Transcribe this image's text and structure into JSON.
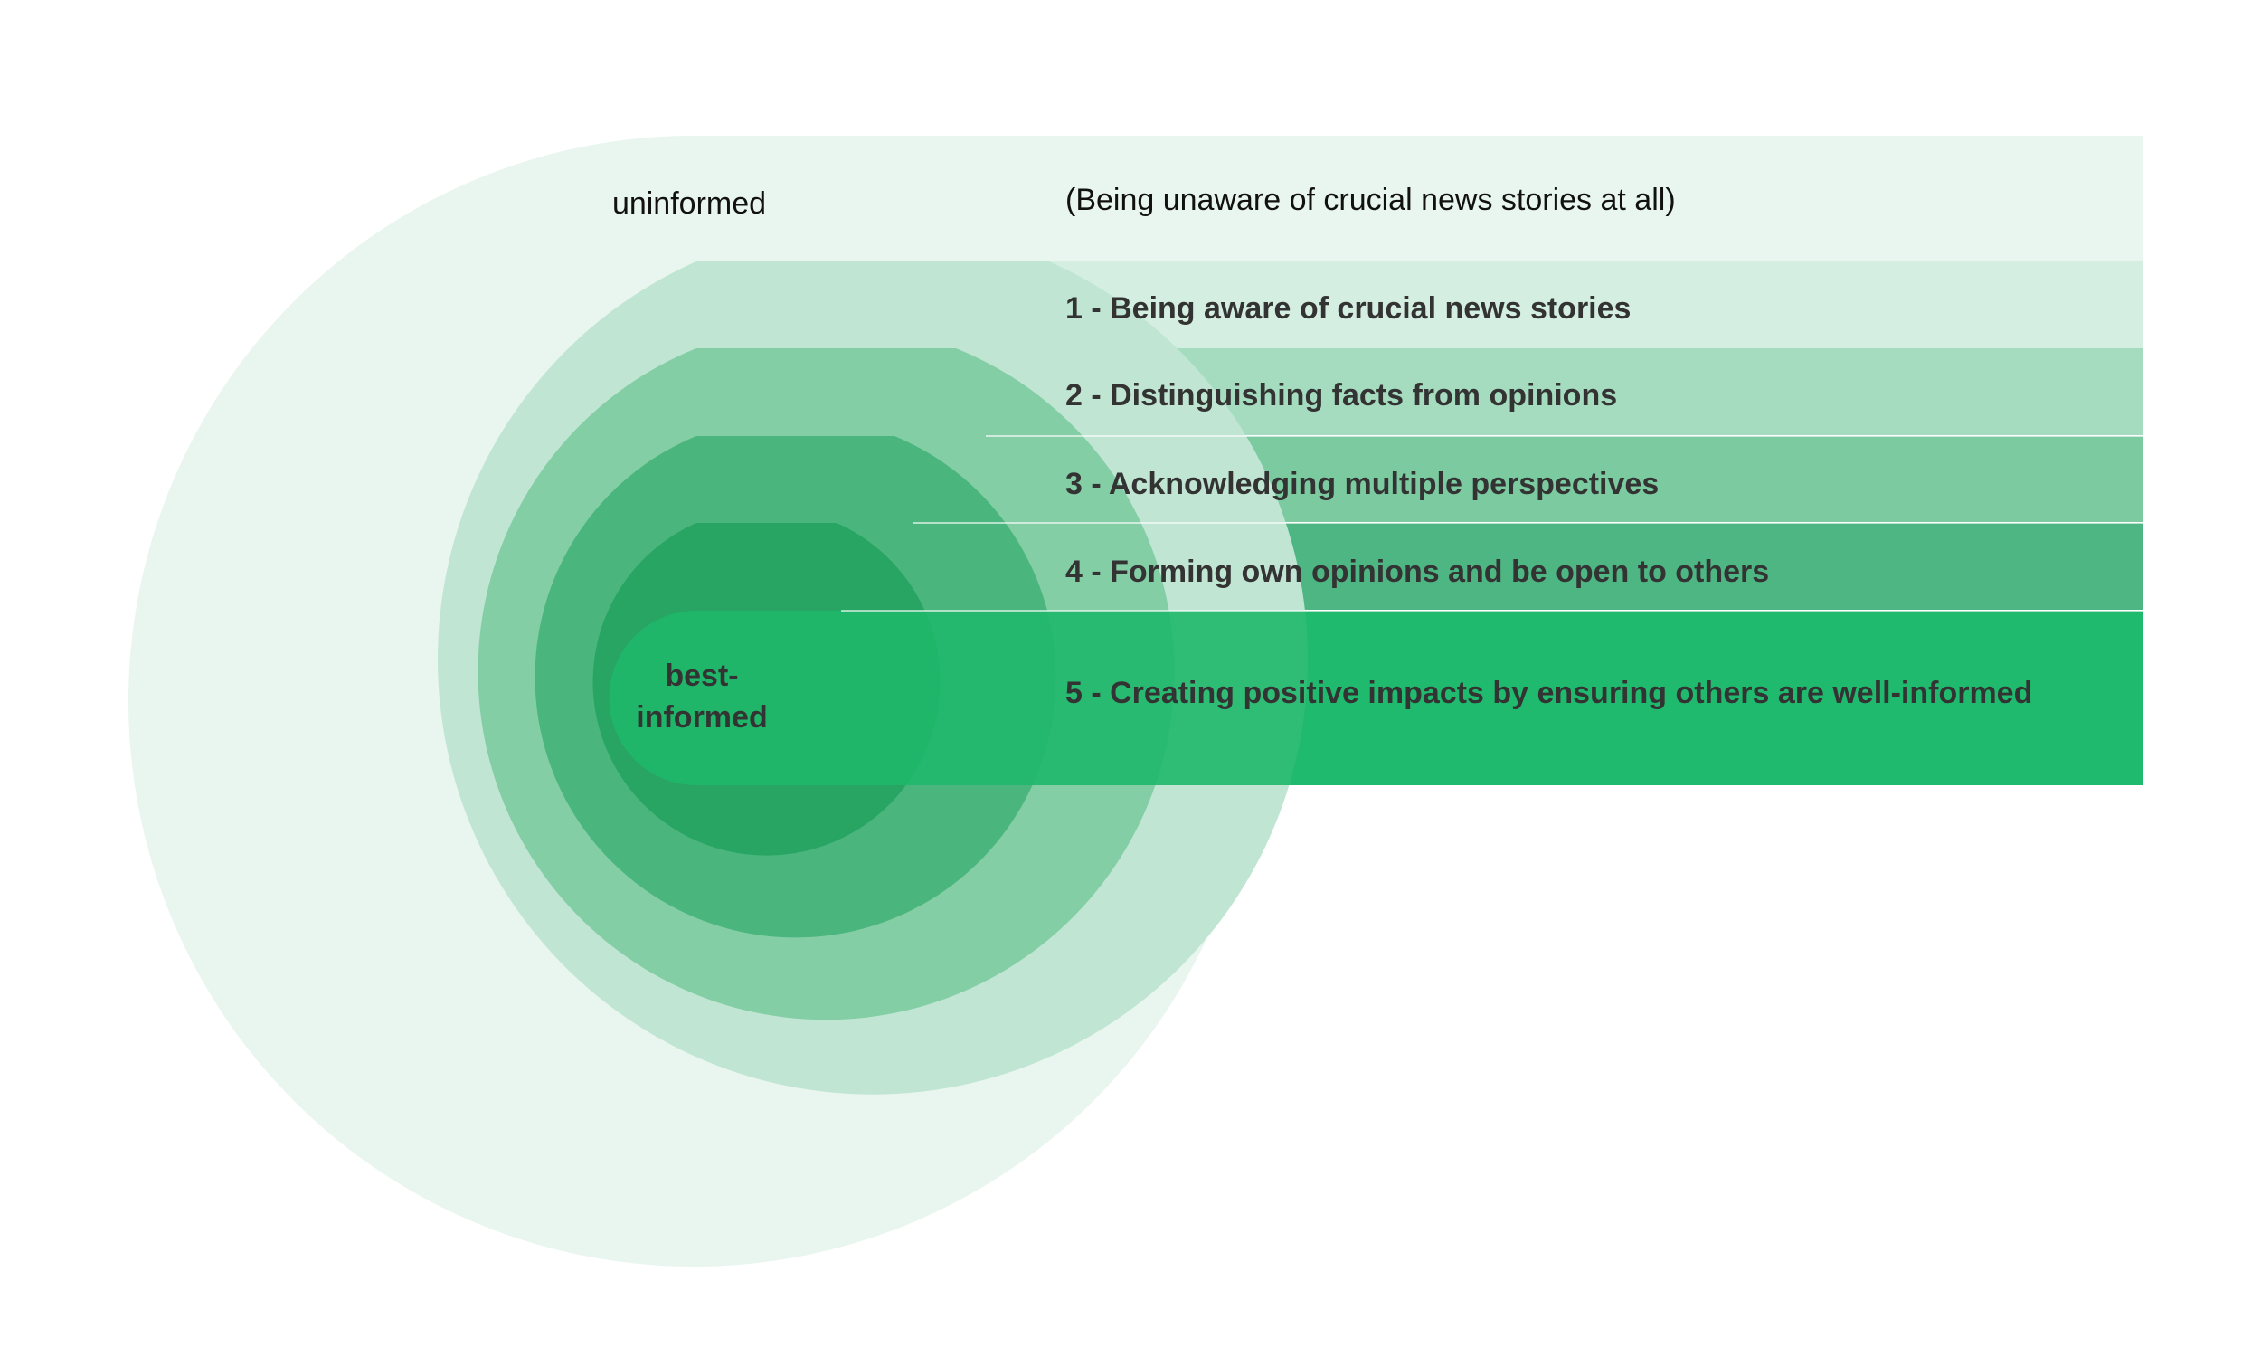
{
  "diagram": {
    "outer_label": "uninformed",
    "outer_description": "(Being unaware of crucial news stories at all)",
    "inner_label_line1": "best-",
    "inner_label_line2": "informed",
    "levels": [
      {
        "label": "1 - Being aware of crucial news stories"
      },
      {
        "label": "2 - Distinguishing facts from opinions"
      },
      {
        "label": "3 - Acknowledging multiple perspectives"
      },
      {
        "label": "4 - Forming own opinions and be open to others"
      },
      {
        "label": "5 - Creating positive impacts by ensuring others are well-informed"
      }
    ]
  },
  "colors": {
    "ring_0": "#e8f5ee",
    "ring_1": "#c0e6d3",
    "ring_2": "#84cea6",
    "ring_3": "#4ab57c",
    "ring_4": "#28a562",
    "band_0": "#e8f5ee",
    "band_1": "#d4efe1",
    "band_2": "#a5dcbf",
    "band_3": "#7ccaa0",
    "band_4": "#4db682",
    "band_5": "#1fcc78",
    "text": "#333333"
  }
}
